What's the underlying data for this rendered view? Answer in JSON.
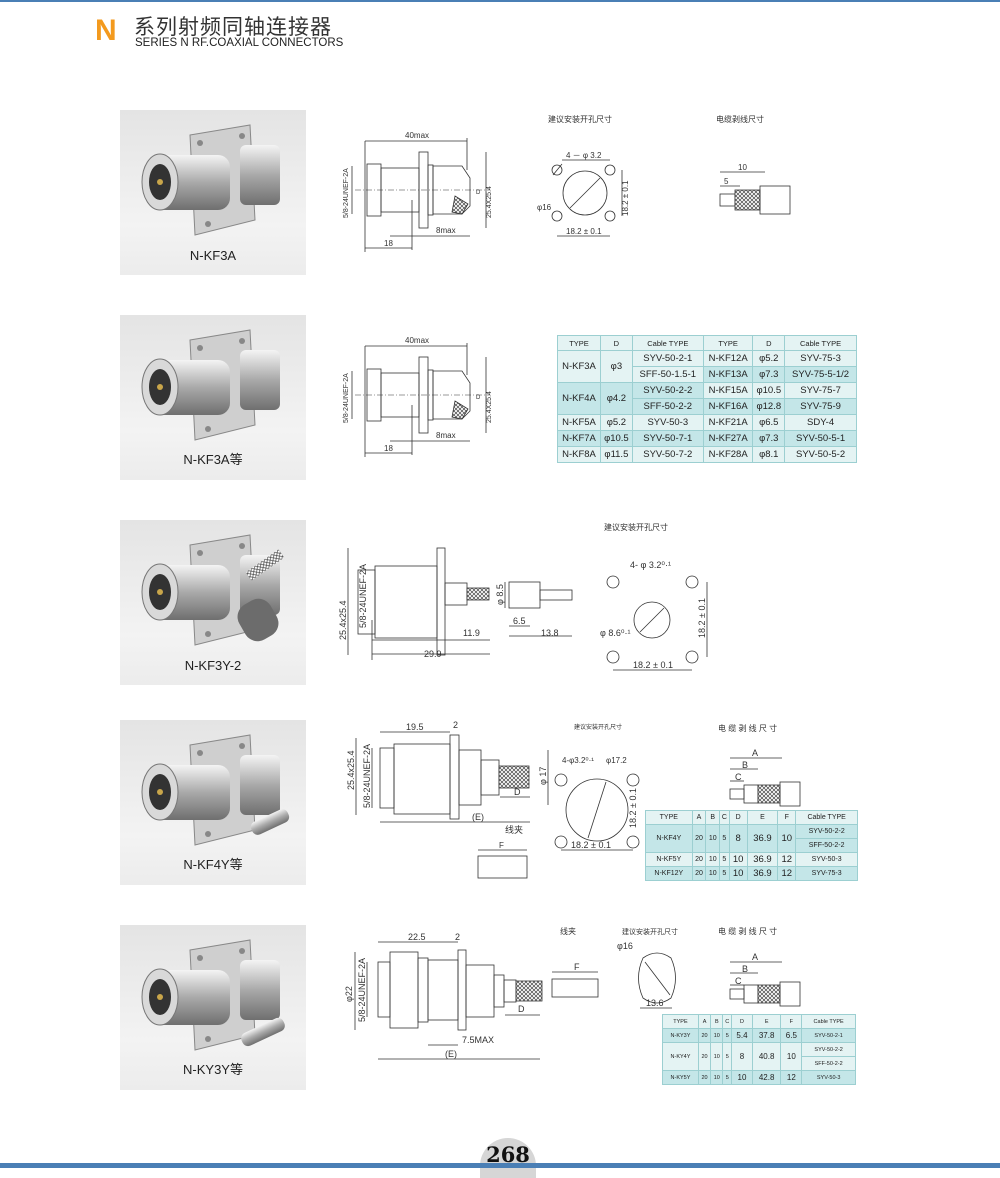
{
  "header": {
    "logo_letter": "N",
    "title_cn": "系列射频同轴连接器",
    "title_en": "SERIES N RF.COAXIAL CONNECTORS"
  },
  "page_number": "268",
  "colors": {
    "accent_orange": "#f39a1e",
    "rule_blue": "#4a7fb5",
    "table_bg": "#e4f3f3",
    "table_alt": "#c4e6e8"
  },
  "sections": [
    {
      "photo_label": "N-KF3A",
      "dims": {
        "length": "40max",
        "d18": "18",
        "tail": "8max",
        "thread": "5/8-24UNEF-2A",
        "flange": "25.4X25.4",
        "d": "D"
      },
      "holes": {
        "title": "建议安装开孔尺寸",
        "hole": "4 － φ 3.2",
        "bore": "φ16",
        "v_pitch": "18.2 ± 0.1",
        "h_pitch": "18.2 ± 0.1"
      },
      "strip": {
        "title": "电缆剥线尺寸",
        "a": "10",
        "b": "5"
      }
    },
    {
      "photo_label": "N-KF3A等",
      "dims": {
        "length": "40max",
        "d18": "18",
        "tail": "8max",
        "thread": "5/8-24UNEF-2A",
        "flange": "25.4X25.4",
        "d": "D"
      },
      "table": {
        "headers": [
          "TYPE",
          "D",
          "Cable TYPE",
          "TYPE",
          "D",
          "Cable TYPE"
        ],
        "left": [
          {
            "type": "N-KF3A",
            "d": "φ3",
            "cables": [
              "SYV-50-2-1",
              "SFF-50-1.5-1"
            ]
          },
          {
            "type": "N-KF4A",
            "d": "φ4.2",
            "cables": [
              "SYV-50-2-2",
              "SFF-50-2-2"
            ]
          },
          {
            "type": "N-KF5A",
            "d": "φ5.2",
            "cables": [
              "SYV-50-3"
            ]
          },
          {
            "type": "N-KF7A",
            "d": "φ10.5",
            "cables": [
              "SYV-50-7-1"
            ]
          },
          {
            "type": "N-KF8A",
            "d": "φ11.5",
            "cables": [
              "SYV-50-7-2"
            ]
          }
        ],
        "right": [
          {
            "type": "N-KF12A",
            "d": "φ5.2",
            "cable": "SYV-75-3"
          },
          {
            "type": "N-KF13A",
            "d": "φ7.3",
            "cable": "SYV-75-5-1/2"
          },
          {
            "type": "N-KF15A",
            "d": "φ10.5",
            "cable": "SYV-75-7"
          },
          {
            "type": "N-KF16A",
            "d": "φ12.8",
            "cable": "SYV-75-9"
          },
          {
            "type": "N-KF21A",
            "d": "φ6.5",
            "cable": "SDY-4"
          },
          {
            "type": "N-KF27A",
            "d": "φ7.3",
            "cable": "SYV-50-5-1"
          },
          {
            "type": "N-KF28A",
            "d": "φ8.1",
            "cable": "SYV-50-5-2"
          }
        ]
      }
    },
    {
      "photo_label": "N-KF3Y-2",
      "dims": {
        "flange": "25.4x25.4",
        "thread": "5/8-24UNEF-2A",
        "tail": "11.9",
        "total": "29.9",
        "ferrule_d": "φ 8.5",
        "ferrule_a": "6.5",
        "ferrule_b": "13.8"
      },
      "holes": {
        "title": "建议安装开孔尺寸",
        "hole": "4- φ 3.2⁰·¹",
        "bore": "φ 8.6⁰·¹",
        "v_pitch": "18.2 ± 0.1",
        "h_pitch": "18.2 ± 0.1"
      }
    },
    {
      "photo_label": "N-KF4Y等",
      "dims": {
        "front": "19.5",
        "flange_t": "2",
        "flange": "25.4x25.4",
        "thread": "5/8-24UNEF-2A",
        "tail_d": "φ 17",
        "d": "D",
        "e": "(E)",
        "clamp": "线夹",
        "f": "F"
      },
      "holes": {
        "title": "建议安装开孔尺寸",
        "hole": "4-φ3.2⁰·¹",
        "bore": "φ17.2",
        "v_pitch": "18.2 ± 0.1",
        "h_pitch": "18.2 ± 0.1"
      },
      "strip": {
        "title": "电 缆 剥 线 尺 寸",
        "a": "A",
        "b": "B",
        "c": "C"
      },
      "table": {
        "headers": [
          "TYPE",
          "A",
          "B",
          "C",
          "D",
          "E",
          "F",
          "Cable TYPE"
        ],
        "rows": [
          {
            "type": "N-KF4Y",
            "a": "20",
            "b": "10",
            "c": "5",
            "d": "8",
            "e": "36.9",
            "f": "10",
            "cables": [
              "SYV-50-2-2",
              "SFF-50-2-2"
            ]
          },
          {
            "type": "N-KF5Y",
            "a": "20",
            "b": "10",
            "c": "5",
            "d": "10",
            "e": "36.9",
            "f": "12",
            "cables": [
              "SYV-50-3"
            ]
          },
          {
            "type": "N-KF12Y",
            "a": "20",
            "b": "10",
            "c": "5",
            "d": "10",
            "e": "36.9",
            "f": "12",
            "cables": [
              "SYV-75-3"
            ]
          }
        ]
      }
    },
    {
      "photo_label": "N-KY3Y等",
      "dims": {
        "front": "22.5",
        "flange_t": "2",
        "body_d": "φ22",
        "thread": "5/8-24UNEF-2A",
        "d": "D",
        "panel": "7.5MAX",
        "e": "(E)"
      },
      "clamp": {
        "title": "线夹",
        "f": "F"
      },
      "holes": {
        "title": "建议安装开孔尺寸",
        "bore": "φ16",
        "flat": "13.6"
      },
      "strip": {
        "title": "电 缆 剥 线 尺 寸",
        "a": "A",
        "b": "B",
        "c": "C"
      },
      "table": {
        "headers": [
          "TYPE",
          "A",
          "B",
          "C",
          "D",
          "E",
          "F",
          "Cable TYPE"
        ],
        "rows": [
          {
            "type": "N-KY3Y",
            "a": "20",
            "b": "10",
            "c": "5",
            "d": "5.4",
            "e": "37.8",
            "f": "6.5",
            "cables": [
              "SYV-50-2-1"
            ]
          },
          {
            "type": "N-KY4Y",
            "a": "20",
            "b": "10",
            "c": "5",
            "d": "8",
            "e": "40.8",
            "f": "10",
            "cables": [
              "SYV-50-2-2",
              "SFF-50-2-2"
            ]
          },
          {
            "type": "N-KY5Y",
            "a": "20",
            "b": "10",
            "c": "5",
            "d": "10",
            "e": "42.8",
            "f": "12",
            "cables": [
              "SYV-50-3"
            ]
          }
        ]
      }
    }
  ]
}
